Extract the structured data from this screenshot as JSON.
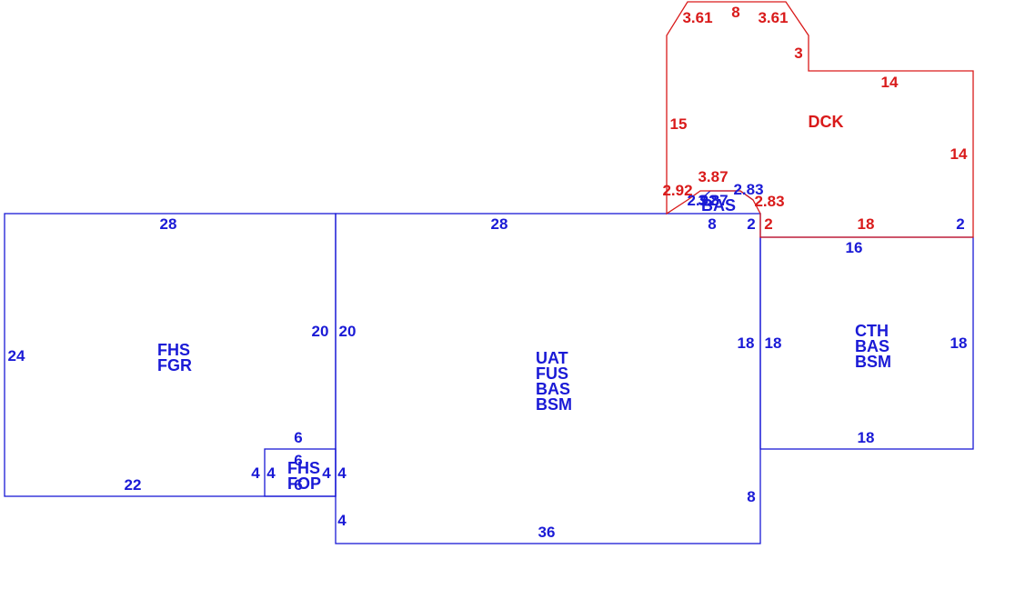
{
  "colors": {
    "structure": "#1a1ad6",
    "deck": "#d91a1a",
    "background": "#ffffff"
  },
  "garage": {
    "codes": [
      "FHS",
      "FGR"
    ],
    "dims": {
      "top": "28",
      "left": "24",
      "right": "20",
      "bottom": "22"
    }
  },
  "porch": {
    "codes": [
      "FHS",
      "FOP"
    ],
    "dims": {
      "top_outer": "6",
      "top_inner": "6",
      "left_outer": "4",
      "left_inner": "4",
      "right_inner": "4",
      "bottom_inner": "6"
    }
  },
  "main": {
    "codes": [
      "UAT",
      "FUS",
      "BAS",
      "BSM"
    ],
    "dims": {
      "top": "28",
      "left_upper": "20",
      "left_mid": "4",
      "left_lower": "4",
      "right_upper": "18",
      "right_lower": "8",
      "bottom": "36",
      "top_right_8": "8",
      "top_right_2": "2"
    }
  },
  "bay": {
    "codes": [
      "BAS"
    ],
    "dims": {
      "top": "3.87",
      "left": "2.92",
      "right": "2.83"
    }
  },
  "wing": {
    "codes": [
      "CTH",
      "BAS",
      "BSM"
    ],
    "dims": {
      "top": "16",
      "left": "18",
      "right": "18",
      "bottom": "18"
    }
  },
  "deck": {
    "codes": [
      "DCK"
    ],
    "dims": {
      "top_left_chamfer": "3.61",
      "top": "8",
      "top_right_chamfer": "3.61",
      "step_vertical": "3",
      "step_horizontal": "14",
      "right": "14",
      "bottom_right_short": "2",
      "bottom": "18",
      "bottom_left_short": "2",
      "left": "15",
      "bay_top": "3.87",
      "bay_left": "2.92",
      "bay_right": "2.83"
    }
  }
}
